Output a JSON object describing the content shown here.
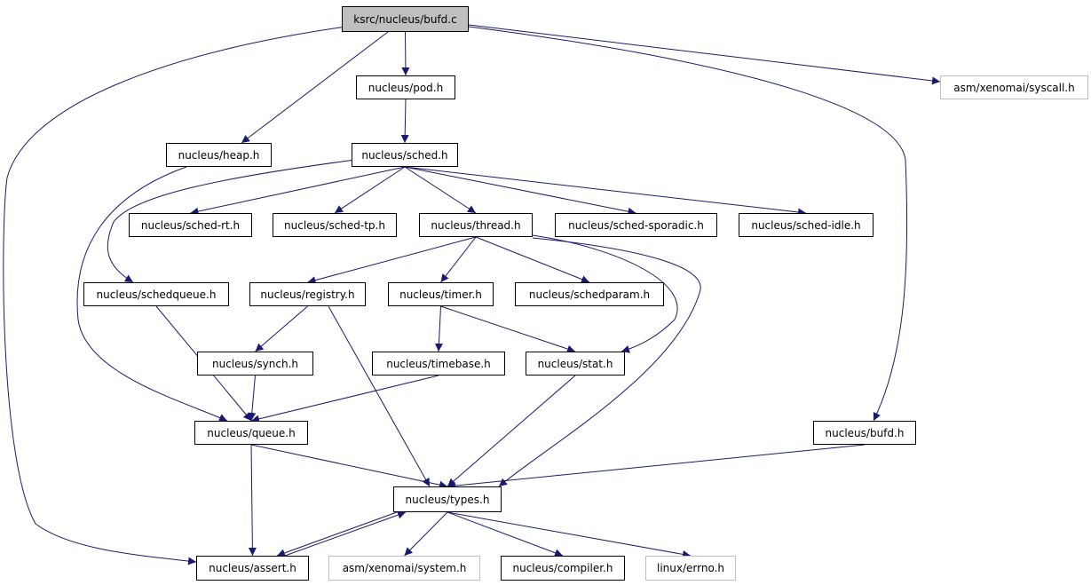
{
  "colors": {
    "edge": "#191970",
    "node_border": "#000000",
    "external_border": "#bfbfbf",
    "root_fill": "#bfbfbf"
  },
  "nodes": {
    "bufd_c": "ksrc/nucleus/bufd.c",
    "pod_h": "nucleus/pod.h",
    "syscall_h": "asm/xenomai/syscall.h",
    "heap_h": "nucleus/heap.h",
    "sched_h": "nucleus/sched.h",
    "sched_rt_h": "nucleus/sched-rt.h",
    "sched_tp_h": "nucleus/sched-tp.h",
    "thread_h": "nucleus/thread.h",
    "sched_sporadic_h": "nucleus/sched-sporadic.h",
    "sched_idle_h": "nucleus/sched-idle.h",
    "schedqueue_h": "nucleus/schedqueue.h",
    "registry_h": "nucleus/registry.h",
    "timer_h": "nucleus/timer.h",
    "schedparam_h": "nucleus/schedparam.h",
    "synch_h": "nucleus/synch.h",
    "timebase_h": "nucleus/timebase.h",
    "stat_h": "nucleus/stat.h",
    "queue_h": "nucleus/queue.h",
    "bufd_h": "nucleus/bufd.h",
    "types_h": "nucleus/types.h",
    "assert_h": "nucleus/assert.h",
    "system_h": "asm/xenomai/system.h",
    "compiler_h": "nucleus/compiler.h",
    "errno_h": "linux/errno.h"
  },
  "edges": [
    [
      "bufd_c",
      "pod_h"
    ],
    [
      "bufd_c",
      "syscall_h"
    ],
    [
      "bufd_c",
      "heap_h"
    ],
    [
      "bufd_c",
      "bufd_h"
    ],
    [
      "bufd_c",
      "assert_h"
    ],
    [
      "pod_h",
      "sched_h"
    ],
    [
      "heap_h",
      "queue_h"
    ],
    [
      "sched_h",
      "sched_rt_h"
    ],
    [
      "sched_h",
      "sched_tp_h"
    ],
    [
      "sched_h",
      "thread_h"
    ],
    [
      "sched_h",
      "sched_sporadic_h"
    ],
    [
      "sched_h",
      "sched_idle_h"
    ],
    [
      "sched_h",
      "schedqueue_h"
    ],
    [
      "thread_h",
      "registry_h"
    ],
    [
      "thread_h",
      "timer_h"
    ],
    [
      "thread_h",
      "schedparam_h"
    ],
    [
      "thread_h",
      "stat_h"
    ],
    [
      "thread_h",
      "types_h"
    ],
    [
      "schedqueue_h",
      "queue_h"
    ],
    [
      "registry_h",
      "synch_h"
    ],
    [
      "registry_h",
      "types_h"
    ],
    [
      "timer_h",
      "timebase_h"
    ],
    [
      "timer_h",
      "stat_h"
    ],
    [
      "synch_h",
      "queue_h"
    ],
    [
      "timebase_h",
      "queue_h"
    ],
    [
      "stat_h",
      "types_h"
    ],
    [
      "queue_h",
      "types_h"
    ],
    [
      "queue_h",
      "assert_h"
    ],
    [
      "bufd_h",
      "types_h"
    ],
    [
      "types_h",
      "assert_h"
    ],
    [
      "types_h",
      "system_h"
    ],
    [
      "types_h",
      "compiler_h"
    ],
    [
      "types_h",
      "errno_h"
    ],
    [
      "assert_h",
      "types_h"
    ]
  ]
}
